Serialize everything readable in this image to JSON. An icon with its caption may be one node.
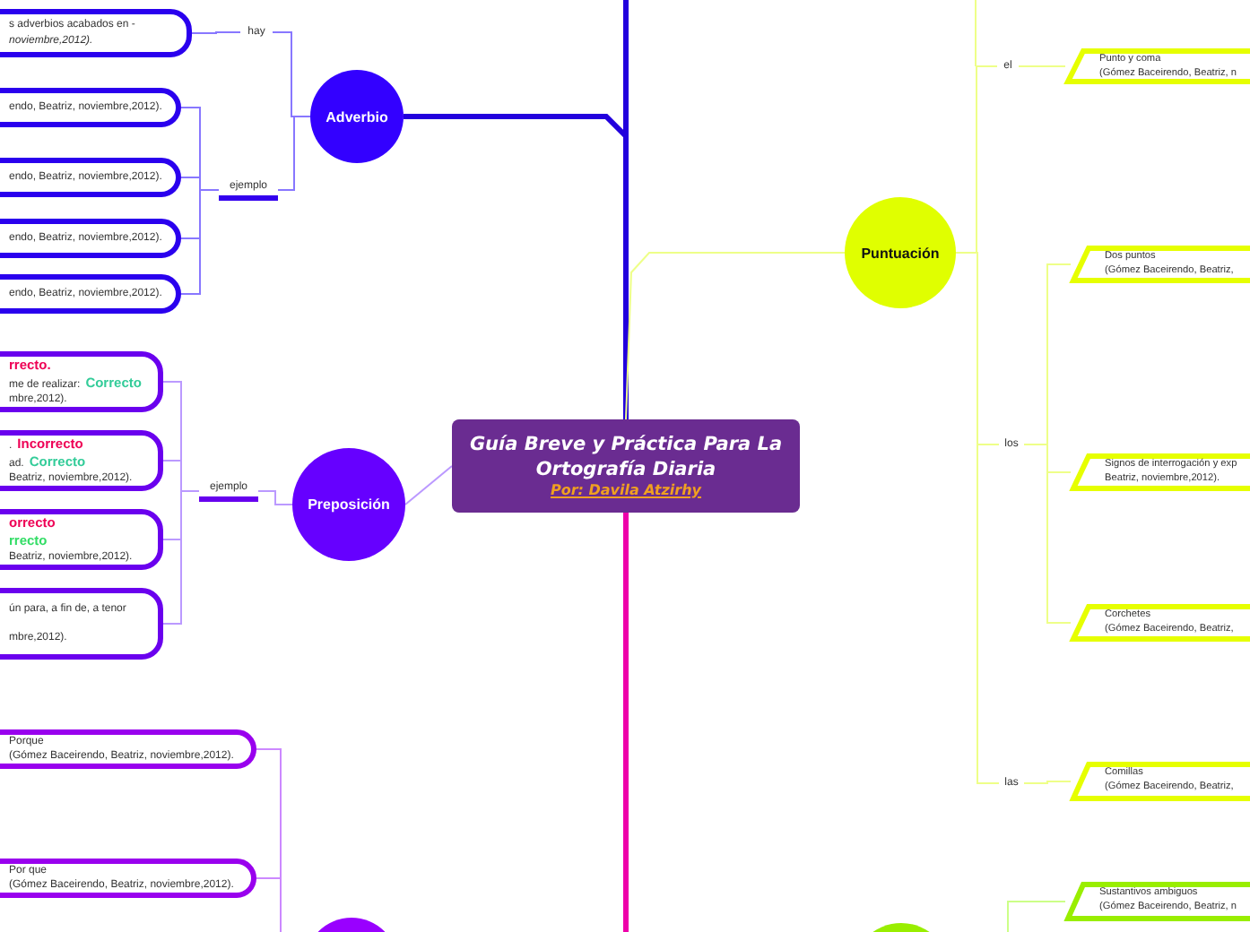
{
  "diagram": {
    "nodes": [
      {
        "text": [
          "Guía Breve y Práctica Para La Ortografía Diaria",
          "Por: Davila Atzirhy"
        ]
      },
      {
        "text": [
          "Adverbio"
        ]
      },
      {
        "text": [
          "hay"
        ]
      },
      {
        "text": [
          "ejemplo"
        ]
      },
      {
        "text": [
          "s adverbios acabados en -",
          "noviembre,2012)."
        ]
      },
      {
        "text": [
          "endo, Beatriz, noviembre,2012)."
        ]
      },
      {
        "text": [
          "endo, Beatriz, noviembre,2012)."
        ]
      },
      {
        "text": [
          "endo, Beatriz, noviembre,2012)."
        ]
      },
      {
        "text": [
          "endo, Beatriz, noviembre,2012)."
        ]
      },
      {
        "text": [
          "Preposición"
        ]
      },
      {
        "text": [
          "ejemplo"
        ]
      },
      {
        "text": [
          "rrecto.",
          "me de realizar:",
          "Correcto",
          "mbre,2012)."
        ]
      },
      {
        "text": [
          ".",
          "Incorrecto",
          "ad.",
          "Correcto",
          "Beatriz, noviembre,2012)."
        ]
      },
      {
        "text": [
          "orrecto",
          "rrecto",
          "Beatriz, noviembre,2012)."
        ]
      },
      {
        "text": [
          "ún para, a fin de, a tenor",
          "mbre,2012)."
        ]
      },
      {
        "text": [
          "Porque",
          "(Gómez Baceirendo, Beatriz, noviembre,2012)."
        ]
      },
      {
        "text": [
          "Por que",
          "(Gómez Baceirendo, Beatriz, noviembre,2012)."
        ]
      },
      {
        "text": [],
        "shape": "circle"
      },
      {
        "text": [
          "Puntuación"
        ]
      },
      {
        "text": [
          "el"
        ]
      },
      {
        "text": [
          "los"
        ]
      },
      {
        "text": [
          "las"
        ]
      },
      {
        "text": [
          "Punto y coma",
          "(Gómez Baceirendo, Beatriz, n"
        ]
      },
      {
        "text": [
          "Dos puntos",
          "(Gómez Baceirendo, Beatriz,"
        ]
      },
      {
        "text": [
          "Signos de interrogación y exp",
          "Beatriz, noviembre,2012)."
        ]
      },
      {
        "text": [
          "Corchetes",
          "(Gómez Baceirendo, Beatriz,"
        ]
      },
      {
        "text": [
          "Comillas",
          "(Gómez Baceirendo, Beatriz,"
        ]
      },
      {
        "text": [
          "Sustantivos ambiguos",
          "(Gómez Baceirendo, Beatriz, n"
        ]
      },
      {
        "text": [],
        "shape": "circle"
      }
    ],
    "edges": [
      {
        "from": 0,
        "to": 1,
        "arrow": "none",
        "style": "thick",
        "color": "#2200dd"
      },
      {
        "from": 1,
        "to": 2,
        "arrow": "none",
        "color": "#8877ff"
      },
      {
        "from": 1,
        "to": 3,
        "arrow": "none",
        "color": "#8877ff"
      },
      {
        "from": 2,
        "to": 4,
        "arrow": "none",
        "color": "#8877ff"
      },
      {
        "from": 3,
        "to": 5,
        "arrow": "none",
        "color": "#8877ff"
      },
      {
        "from": 3,
        "to": 6,
        "arrow": "none",
        "color": "#8877ff"
      },
      {
        "from": 3,
        "to": 7,
        "arrow": "none",
        "color": "#8877ff"
      },
      {
        "from": 3,
        "to": 8,
        "arrow": "none",
        "color": "#8877ff"
      },
      {
        "from": 0,
        "to": 9,
        "arrow": "none",
        "color": "#bb99ff"
      },
      {
        "from": 9,
        "to": 10,
        "arrow": "none",
        "color": "#bb99ff"
      },
      {
        "from": 10,
        "to": 11,
        "arrow": "none",
        "color": "#bb99ff"
      },
      {
        "from": 10,
        "to": 12,
        "arrow": "none",
        "color": "#bb99ff"
      },
      {
        "from": 10,
        "to": 13,
        "arrow": "none",
        "color": "#bb99ff"
      },
      {
        "from": 10,
        "to": 14,
        "arrow": "none",
        "color": "#bb99ff"
      },
      {
        "from": 0,
        "to": 17,
        "arrow": "none",
        "style": "thick",
        "color": "#ee00aa"
      },
      {
        "from": 17,
        "to": 15,
        "arrow": "none",
        "color": "#cc88ff"
      },
      {
        "from": 17,
        "to": 16,
        "arrow": "none",
        "color": "#cc88ff"
      },
      {
        "from": 0,
        "to": 18,
        "arrow": "none",
        "color": "#eeff88"
      },
      {
        "from": 18,
        "to": 19,
        "arrow": "none",
        "color": "#eeff88"
      },
      {
        "from": 18,
        "to": 20,
        "arrow": "none",
        "color": "#eeff88"
      },
      {
        "from": 18,
        "to": 21,
        "arrow": "none",
        "color": "#eeff88"
      },
      {
        "from": 19,
        "to": 22,
        "arrow": "none",
        "color": "#eeff88"
      },
      {
        "from": 20,
        "to": 23,
        "arrow": "none",
        "color": "#eeff88"
      },
      {
        "from": 20,
        "to": 24,
        "arrow": "none",
        "color": "#eeff88"
      },
      {
        "from": 20,
        "to": 25,
        "arrow": "none",
        "color": "#eeff88"
      },
      {
        "from": 21,
        "to": 26,
        "arrow": "none",
        "color": "#eeff88"
      },
      {
        "from": 28,
        "to": 27,
        "arrow": "none",
        "color": "#ccff88"
      }
    ]
  }
}
